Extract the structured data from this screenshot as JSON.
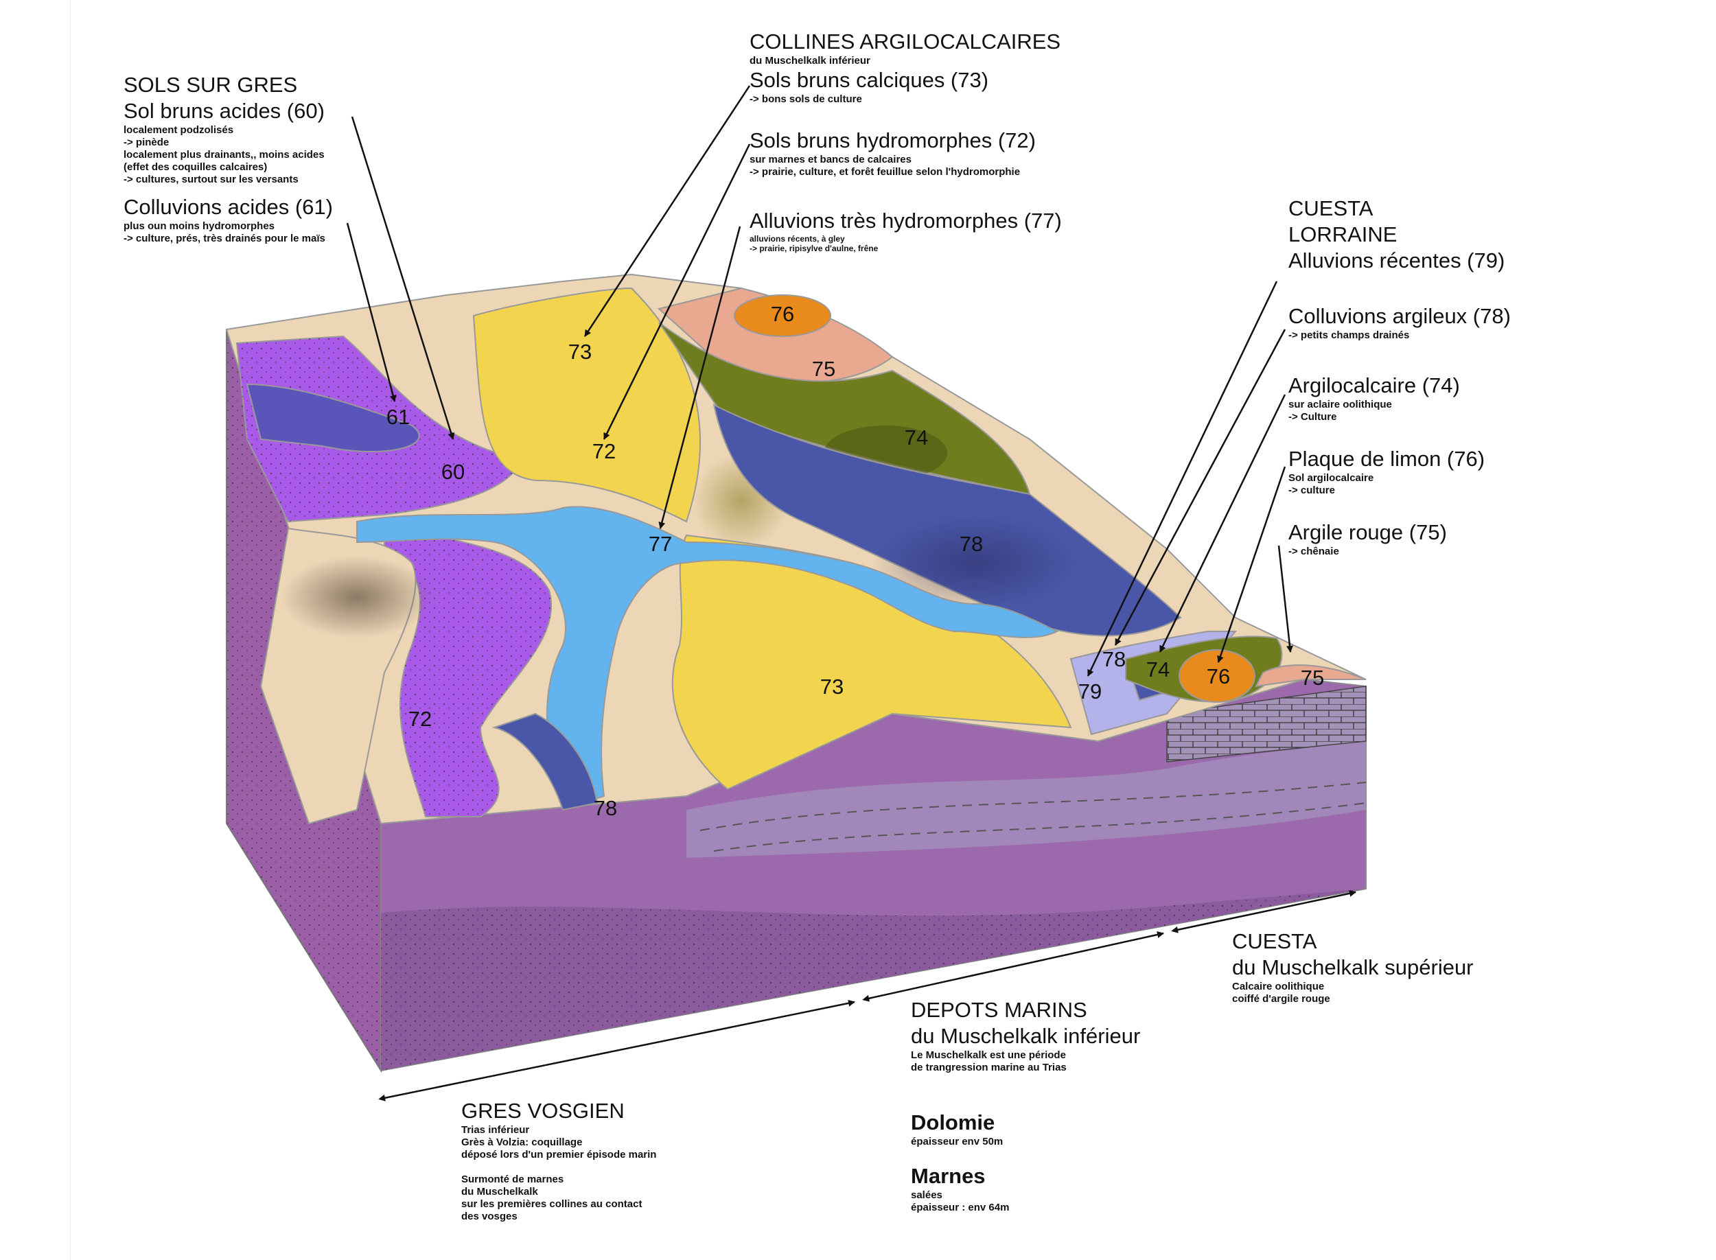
{
  "labels": {
    "sols_sur_gres": {
      "title": "SOLS SUR GRES",
      "subtitle": "Sol bruns acides (60)",
      "lines": [
        "localement podzolisés",
        "-> pinède",
        "localement plus drainants,, moins acides",
        "(effet des coquilles calcaires)",
        "-> cultures, surtout sur les versants"
      ]
    },
    "colluvions_acides": {
      "title": "Colluvions acides (61)",
      "lines": [
        "plus oun moins hydromorphes",
        "-> culture, prés, très drainés pour le maïs"
      ]
    },
    "collines": {
      "title": "COLLINES ARGILOCALCAIRES",
      "note": "du Muschelkalk inférieur",
      "subtitle": "Sols bruns calciques (73)",
      "lines": [
        "-> bons sols de culture"
      ]
    },
    "hydromorphes": {
      "title": "Sols bruns hydromorphes (72)",
      "lines": [
        "sur marnes et bancs de calcaires",
        "-> prairie, culture, et forêt feuillue selon l'hydromorphie"
      ]
    },
    "alluvions77": {
      "title": "Alluvions très hydromorphes (77)",
      "lines": [
        "alluvions récents, à gley",
        "-> prairie, ripisylve d'aulne, frêne"
      ]
    },
    "cuesta_lorraine": {
      "title_lines": [
        "CUESTA",
        "LORRAINE"
      ],
      "subtitle": "Alluvions récentes (79)"
    },
    "colluvions78": {
      "title": "Colluvions argileux (78)",
      "lines": [
        "-> petits champs drainés"
      ]
    },
    "argilocalcaire74": {
      "title": "Argilocalcaire (74)",
      "lines": [
        "sur aclaire oolithique",
        "-> Culture"
      ]
    },
    "limon76": {
      "title": "Plaque de limon (76)",
      "lines": [
        "Sol argilocalcaire",
        "-> culture"
      ]
    },
    "argile75": {
      "title": "Argile rouge (75)",
      "lines": [
        "-> chênaie"
      ]
    },
    "cuesta_sup": {
      "title": "CUESTA",
      "subtitle": "du Muschelkalk supérieur",
      "lines": [
        "Calcaire oolithique",
        "coiffé d'argile rouge"
      ]
    },
    "depots": {
      "title": "DEPOTS MARINS",
      "subtitle": "du Muschelkalk inférieur",
      "lines": [
        "Le Muschelkalk est une période",
        "de trangression marine au Trias"
      ]
    },
    "dolomie": {
      "title": "Dolomie",
      "lines": [
        "épaisseur env 50m"
      ]
    },
    "marnes": {
      "title": "Marnes",
      "lines": [
        "salées",
        "épaisseur : env 64m"
      ]
    },
    "gres_vosgien": {
      "title": "GRES VOSGIEN",
      "lines": [
        "Trias inférieur",
        "Grès à Volzia: coquillage",
        "déposé lors d'un premier épisode marin"
      ],
      "lines2": [
        "Surmonté de marnes",
        "du Muschelkalk",
        "sur les premières collines au contact",
        "des vosges"
      ]
    }
  },
  "zones": {
    "z61": "61",
    "z60": "60",
    "z73a": "73",
    "z72a": "72",
    "z76a": "76",
    "z75a": "75",
    "z74a": "74",
    "z77": "77",
    "z78a": "78",
    "z72b": "72",
    "z73b": "73",
    "z78b": "78",
    "z79": "79",
    "z78c": "78",
    "z74b": "74",
    "z76b": "76",
    "z75b": "75"
  },
  "colors": {
    "gres_purple": "#a95ae8",
    "acid_colluvium": "#5a55b8",
    "sand_beige": "#ecd6b6",
    "yellow_73": "#f2d44e",
    "salmon_75": "#e8a990",
    "orange_76": "#e88a1c",
    "olive_74": "#6f7d1e",
    "navy_78": "#4a57a8",
    "river_77": "#63b3ee",
    "lilac_79": "#b4b2ea",
    "section_purple": "#9a6bab",
    "section_strata": "#a38dbc"
  }
}
